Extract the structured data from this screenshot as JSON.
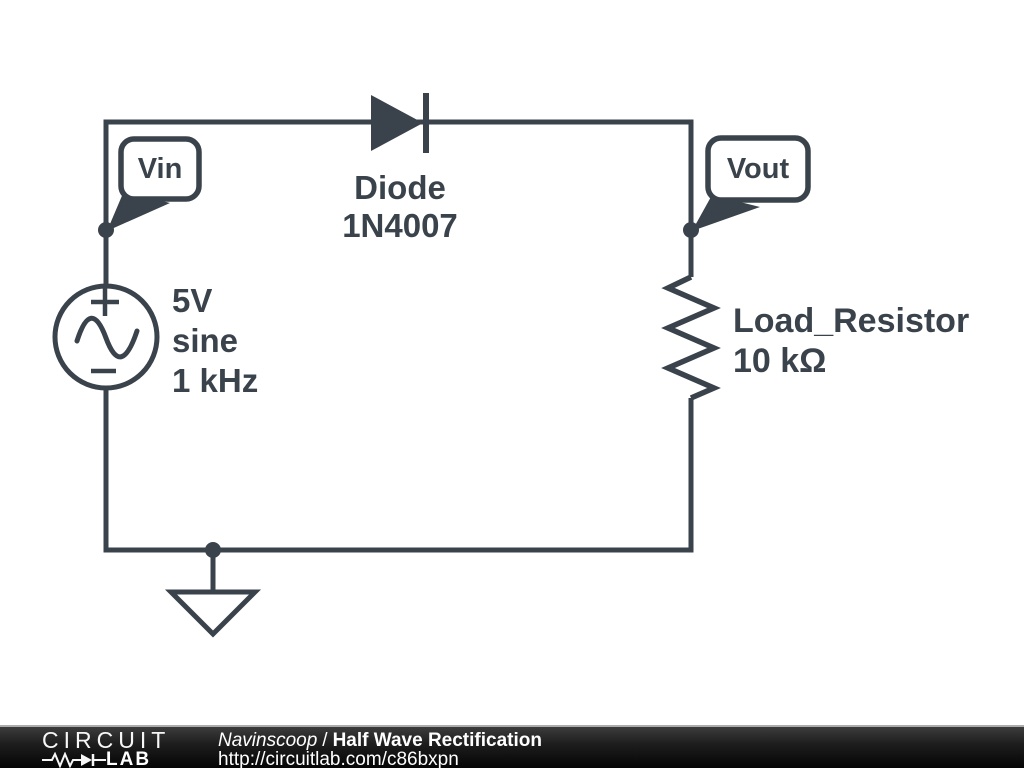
{
  "schematic": {
    "net_labels": {
      "vin": "Vin",
      "vout": "Vout"
    },
    "components": {
      "diode": {
        "name": "Diode",
        "value": "1N4007"
      },
      "source": {
        "amplitude": "5V",
        "waveform": "sine",
        "frequency": "1 kHz"
      },
      "resistor": {
        "name": "Load_Resistor",
        "value": "10 kΩ"
      }
    },
    "colors": {
      "stroke": "#3a434b",
      "background": "#ffffff"
    }
  },
  "footer": {
    "logo": {
      "line1": "CIRCUIT",
      "line2": "LAB"
    },
    "author": "Navinscoop",
    "separator": "/",
    "title": "Half Wave Rectification",
    "url": "http://circuitlab.com/c86bxpn",
    "colors": {
      "bar": "#141414",
      "text": "#ffffff"
    }
  }
}
